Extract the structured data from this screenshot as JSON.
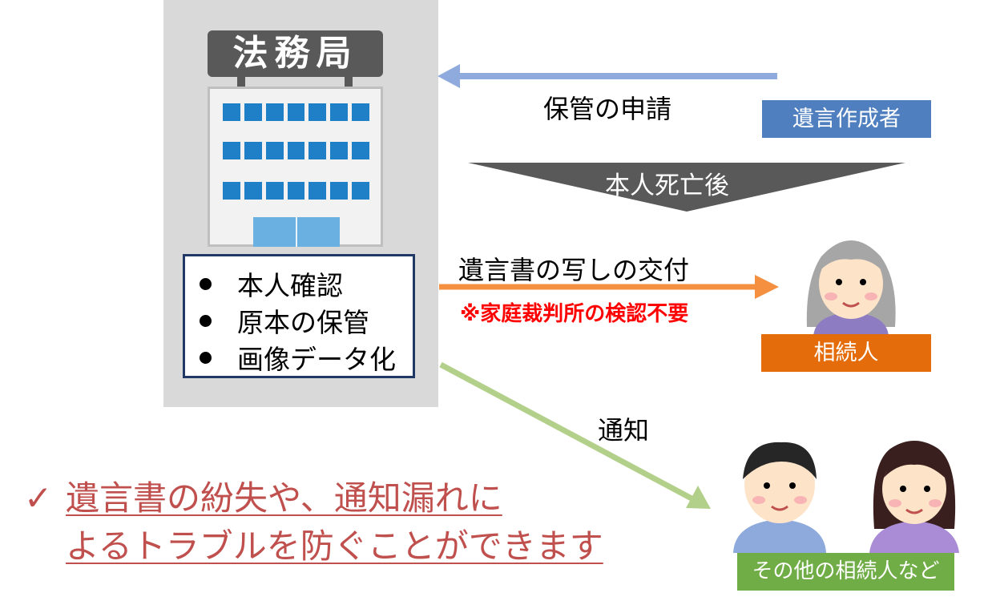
{
  "building": {
    "sign": "法務局",
    "tasks": [
      "本人確認",
      "原本の保管",
      "画像データ化"
    ]
  },
  "flows": {
    "storage_request": "保管の申請",
    "after_death": "本人死亡後",
    "copy_issuance": "遺言書の写しの交付",
    "no_probate_note": "※家庭裁判所の検認不要",
    "notification": "通知"
  },
  "parties": {
    "will_creator": "遺言作成者",
    "heir": "相続人",
    "other_heirs": "その他の相続人など"
  },
  "conclusion": {
    "check_mark": "✓",
    "line1": "遺言書の紛失や、通知漏れに",
    "line2": "よるトラブルを防ぐことができます"
  },
  "colors": {
    "request_arrow": "#8faadc",
    "issuance_arrow": "#f4903f",
    "notify_arrow": "#b2d08a",
    "creator_label": "#4f7fbf",
    "heir_label": "#e46c0a",
    "other_heirs_label": "#70ad47",
    "conclusion_text": "#c0504d"
  }
}
